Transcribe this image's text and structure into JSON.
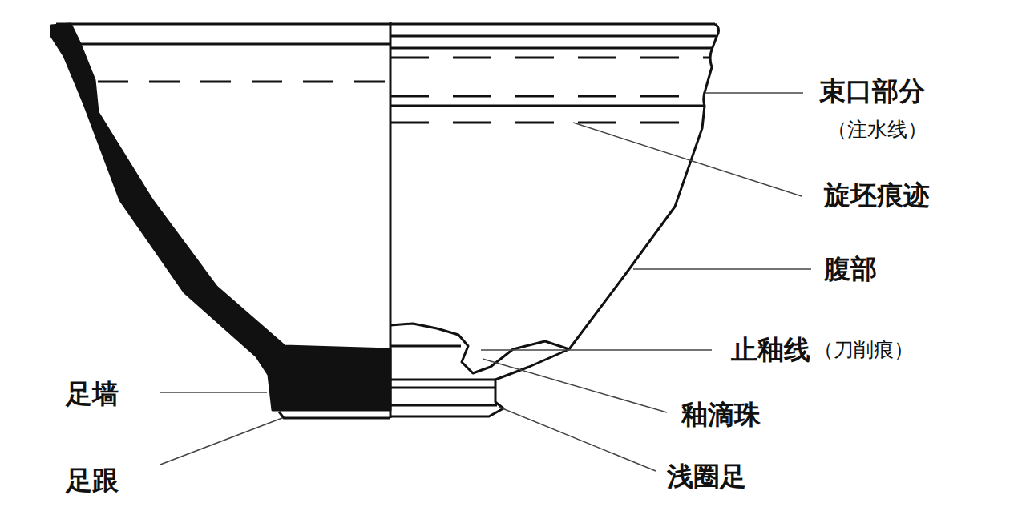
{
  "diagram": {
    "labels": [
      "束口部分",
      "（注水线）",
      "旋坯痕迹",
      "腹部",
      "止釉线",
      "（刀削痕）",
      "釉滴珠",
      "浅圈足",
      "足墙",
      "足跟"
    ]
  }
}
